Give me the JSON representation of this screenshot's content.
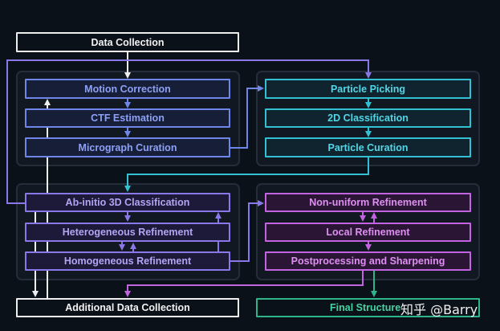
{
  "nodes": {
    "data_collection": "Data Collection",
    "motion_correction": "Motion Correction",
    "ctf_estimation": "CTF Estimation",
    "micrograph_curation": "Micrograph Curation",
    "particle_picking": "Particle Picking",
    "classification_2d": "2D Classification",
    "particle_curation": "Particle Curation",
    "ab_initio": "Ab-initio 3D Classification",
    "heterogeneous_refinement": "Heterogeneous Refinement",
    "homogeneous_refinement": "Homogeneous Refinement",
    "non_uniform_refinement": "Non-uniform Refinement",
    "local_refinement": "Local Refinement",
    "postprocessing": "Postprocessing and Sharpening",
    "additional_data_collection": "Additional Data Collection",
    "final_structure": "Final Structure"
  },
  "watermark": "知乎 @Barry",
  "colors": {
    "background": "#0b1119",
    "blue": "#6f86e8",
    "cyan": "#33c0d2",
    "purple": "#8b78e8",
    "pink": "#c263e0",
    "green": "#2fb58a",
    "white": "#eeeeee"
  }
}
